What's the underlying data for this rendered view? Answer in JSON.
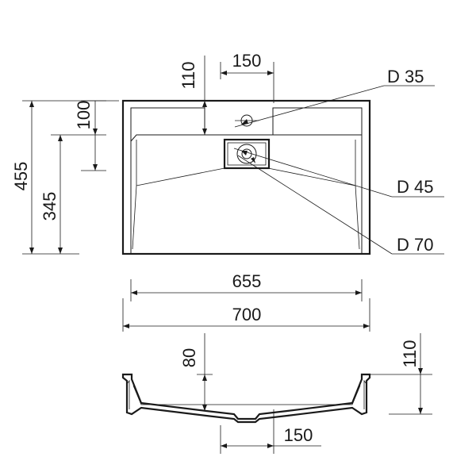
{
  "top_view": {
    "dim_overall_depth": "455",
    "dim_basin_depth": "345",
    "dim_shelf_depth": "100",
    "dim_tap_offset": "110",
    "dim_tap_width": "150",
    "label_tap_hole": "D 35",
    "label_drain": "D 45",
    "label_drain_outer": "D 70"
  },
  "front_view": {
    "dim_inner_width": "655",
    "dim_outer_width": "700"
  },
  "section_view": {
    "dim_basin_depth": "80",
    "dim_total_height": "110",
    "dim_drain_width": "150"
  }
}
